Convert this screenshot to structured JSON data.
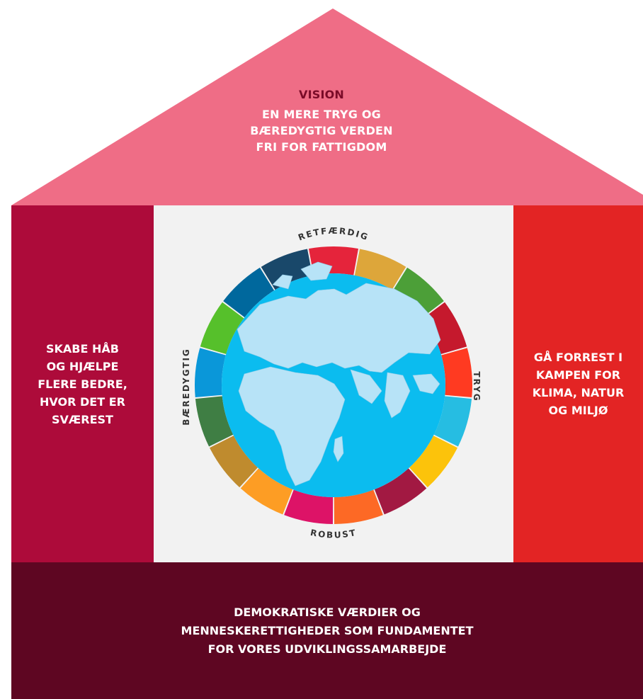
{
  "colors": {
    "roof": "#ef6d86",
    "roof_title": "#7a0b28",
    "left_pillar": "#ad0b3a",
    "right_pillar": "#e32424",
    "foundation": "#5e0622",
    "center_panel": "#f2f2f2",
    "ocean": "#0bbcef",
    "land": "#b7e3f7"
  },
  "roof": {
    "title": "VISION",
    "lines": [
      "EN MERE TRYG OG",
      "BÆREDYGTIG VERDEN",
      "FRI FOR FATTIGDOM"
    ]
  },
  "left_pillar": {
    "lines": [
      "SKABE HÅB",
      "OG HJÆLPE",
      "FLERE BEDRE,",
      "HVOR DET ER",
      "SVÆREST"
    ]
  },
  "right_pillar": {
    "lines": [
      "GÅ FORREST I",
      "KAMPEN FOR",
      "KLIMA, NATUR",
      "OG MILJØ"
    ]
  },
  "globe": {
    "labels": {
      "top": "RETFÆRDIG",
      "right": "TRYG",
      "bottom": "ROBUST",
      "left": "BÆREDYGTIG"
    },
    "ring_colors": [
      "#e5243b",
      "#dda63a",
      "#4c9f38",
      "#c5192d",
      "#ff3a21",
      "#26bde2",
      "#fcc30b",
      "#a21942",
      "#fd6925",
      "#dd1367",
      "#fd9d24",
      "#bf8b2e",
      "#3f7e44",
      "#0a97d9",
      "#56c02b",
      "#00689d",
      "#19486a"
    ]
  },
  "foundation": {
    "lines": [
      "DEMOKRATISKE VÆRDIER OG",
      "MENNESKERETTIGHEDER SOM FUNDAMENTET",
      "FOR VORES UDVIKLINGSSAMARBEJDE"
    ]
  }
}
